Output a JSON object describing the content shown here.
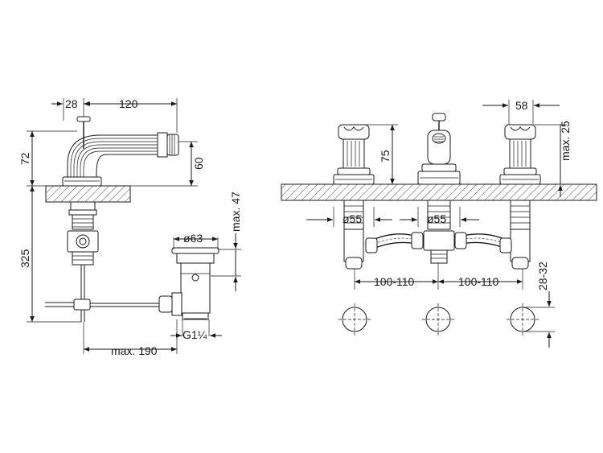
{
  "side_view": {
    "d_28": "28",
    "d_120": "120",
    "d_72": "72",
    "d_60": "60",
    "d_325": "325",
    "d_63": "ø63",
    "d_max47": "max. 47",
    "d_g114": "G1¼",
    "d_max190": "max. 190"
  },
  "front_view": {
    "d_58": "58",
    "d_max25": "max. 25",
    "d_75": "75",
    "d_55_left": "ø55",
    "d_55_right": "ø55",
    "d_100_110_left": "100-110",
    "d_100_110_right": "100-110",
    "d_28_32": "28-32"
  }
}
